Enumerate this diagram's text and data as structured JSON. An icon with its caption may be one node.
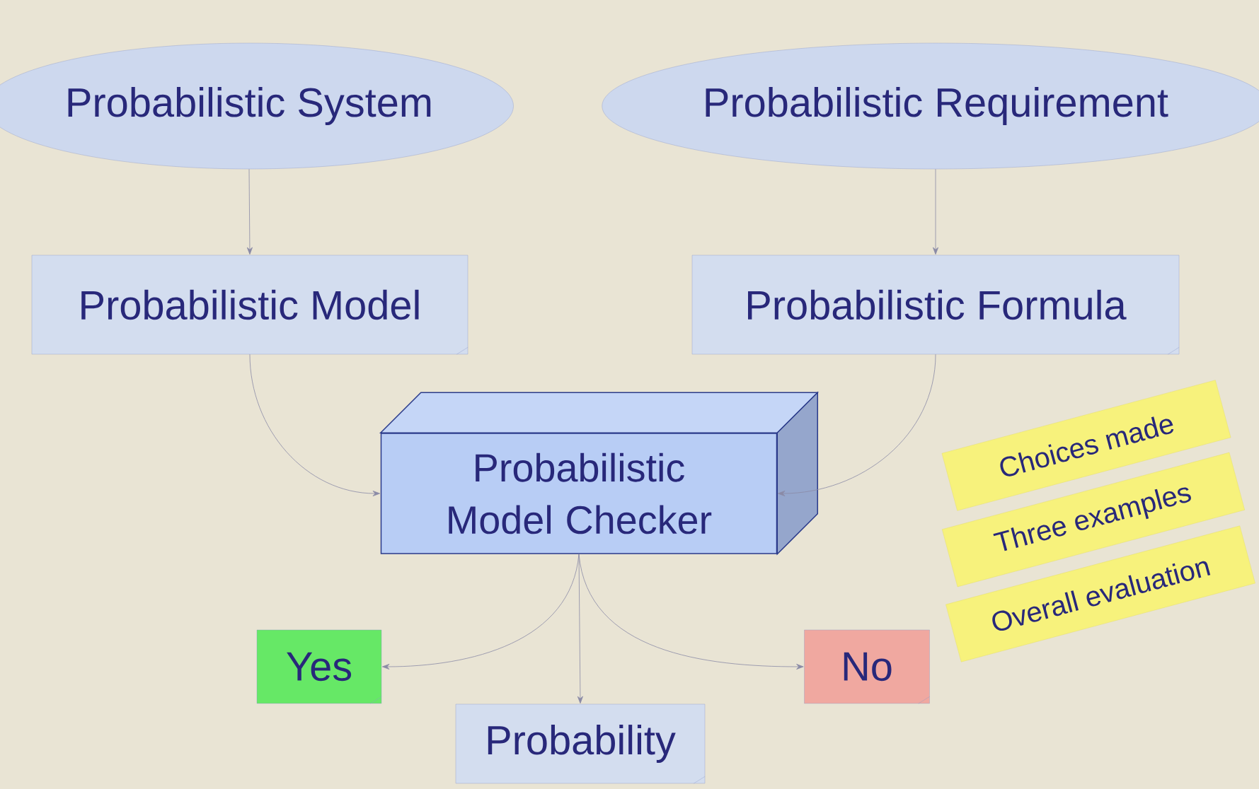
{
  "diagram": {
    "nodes": [
      {
        "text": [
          "Probabilistic System"
        ]
      },
      {
        "text": [
          "Probabilistic Requirement"
        ]
      },
      {
        "text": [
          "Probabilistic Model"
        ]
      },
      {
        "text": [
          "Probabilistic Formula"
        ]
      },
      {
        "text": [
          "Probabilistic Model Checker"
        ]
      },
      {
        "text": [
          "Yes"
        ]
      },
      {
        "text": [
          "Probability"
        ]
      },
      {
        "text": [
          "No"
        ]
      },
      {
        "text": [
          "Choices made"
        ]
      },
      {
        "text": [
          "Three examples"
        ]
      },
      {
        "text": [
          "Overall evaluation"
        ]
      }
    ],
    "edges": [
      {
        "from": 0,
        "to": 2,
        "arrow": "to"
      },
      {
        "from": 1,
        "to": 3,
        "arrow": "to"
      },
      {
        "from": 2,
        "to": 4,
        "arrow": "to"
      },
      {
        "from": 3,
        "to": 4,
        "arrow": "to"
      },
      {
        "from": 4,
        "to": 5,
        "arrow": "to"
      },
      {
        "from": 4,
        "to": 6,
        "arrow": "to"
      },
      {
        "from": 4,
        "to": 7,
        "arrow": "to"
      }
    ]
  }
}
